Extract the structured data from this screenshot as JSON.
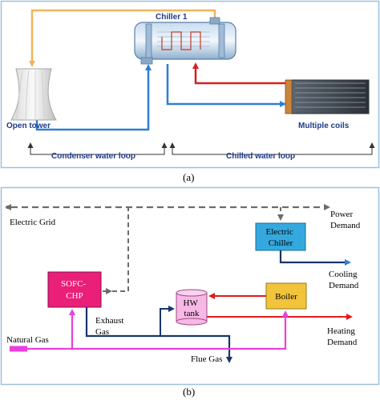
{
  "colors": {
    "panel_border": "#9dc0dc",
    "condenser_pipe": "#f5b35a",
    "chilled_supply": "#2e7fd1",
    "chilled_return": "#d62020",
    "loop_label": "#1f3a8a",
    "electric_dashed": "#6b6b6b",
    "natural_gas": "#e93fe0",
    "exhaust": "#18356d",
    "heating": "#e31b1b",
    "cooling": "#2a7fd1",
    "electric_chiller_fill": "#35a9df",
    "boiler_fill": "#f2c43c",
    "sofc_fill": "#ea1f78",
    "hw_tank_fill": "#f7b8e6"
  },
  "panel_a": {
    "chiller_label": "Chiller 1",
    "tower_label": "Open tower",
    "coils_label": "Multiple coils",
    "condenser_loop_label": "Condenser water loop",
    "chilled_loop_label": "Chilled water loop",
    "caption": "(a)"
  },
  "panel_b": {
    "electric_grid": "Electric Grid",
    "power_demand": [
      "Power",
      "Demand"
    ],
    "electric_chiller": [
      "Electric",
      "Chiller"
    ],
    "cooling_demand": [
      "Cooling",
      "Demand"
    ],
    "sofc_chp": [
      "SOFC-",
      "CHP"
    ],
    "boiler": "Boiler",
    "hw_tank": [
      "HW",
      "tank"
    ],
    "exhaust_gas": [
      "Exhaust",
      "Gas"
    ],
    "natural_gas": "Natural Gas",
    "heating_demand": [
      "Heating",
      "Demand"
    ],
    "flue_gas": "Flue Gas",
    "caption": "(b)"
  }
}
